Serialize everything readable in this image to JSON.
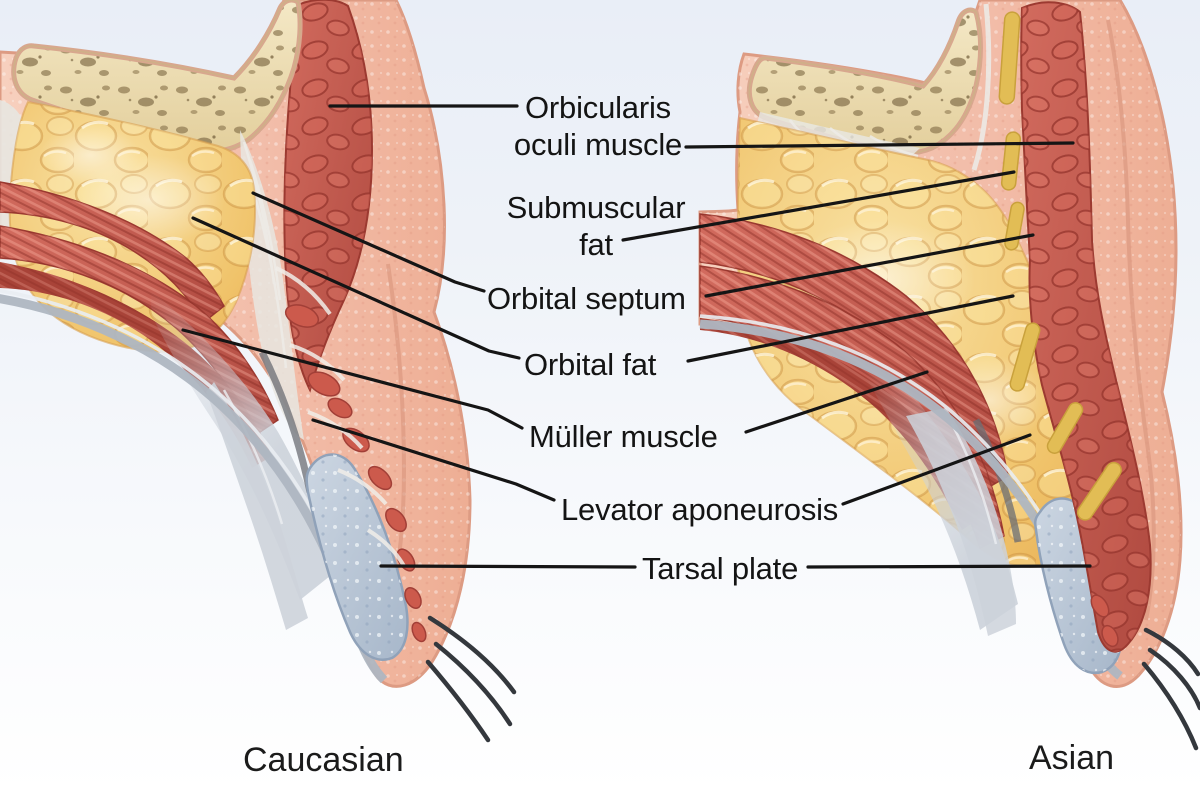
{
  "figure": {
    "captions": {
      "left": "Caucasian",
      "right": "Asian"
    },
    "labels": {
      "orbicularis": {
        "line1": "Orbicularis",
        "line2": "oculi muscle"
      },
      "submuscular": {
        "line1": "Submuscular",
        "line2": "fat"
      },
      "orbital_septum": {
        "text": "Orbital septum"
      },
      "orbital_fat": {
        "text": "Orbital fat"
      },
      "muller_muscle": {
        "text": "Müller muscle"
      },
      "levator_aponeurosis": {
        "text": "Levator aponeurosis"
      },
      "tarsal_plate": {
        "text": "Tarsal plate"
      }
    },
    "colors": {
      "background_top": "#e9eef7",
      "background_bottom": "#ffffff",
      "label_text": "#141414",
      "leader_line": "#151515",
      "bone": "#ecdcb0",
      "bone_marrow": "#8d7850",
      "skin": "#f2bfac",
      "muscle_red": "#c4564b",
      "orbital_fat_yellow": "#f0c36a",
      "submuscular_fat_yellow": "#e2bd55",
      "septum_white": "#e9e8e4",
      "tarsal_plate_blue": "#b6c3d3",
      "conjunctiva_gray": "#aeb6c1",
      "eyelash": "#34383d"
    }
  }
}
